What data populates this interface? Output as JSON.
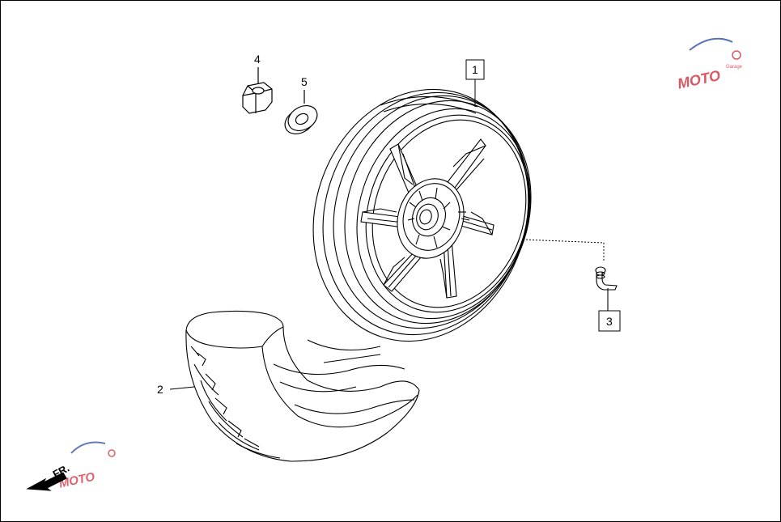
{
  "parts": [
    {
      "number": "1",
      "boxed": true
    },
    {
      "number": "2",
      "boxed": false
    },
    {
      "number": "3",
      "boxed": true
    },
    {
      "number": "4",
      "boxed": false
    },
    {
      "number": "5",
      "boxed": false
    }
  ],
  "direction_label": "FR.",
  "watermark": {
    "text": "MOTO",
    "color_primary": "#d63a4a",
    "color_secondary": "#3c5aa6"
  },
  "colors": {
    "line": "#000000",
    "background": "#ffffff"
  }
}
